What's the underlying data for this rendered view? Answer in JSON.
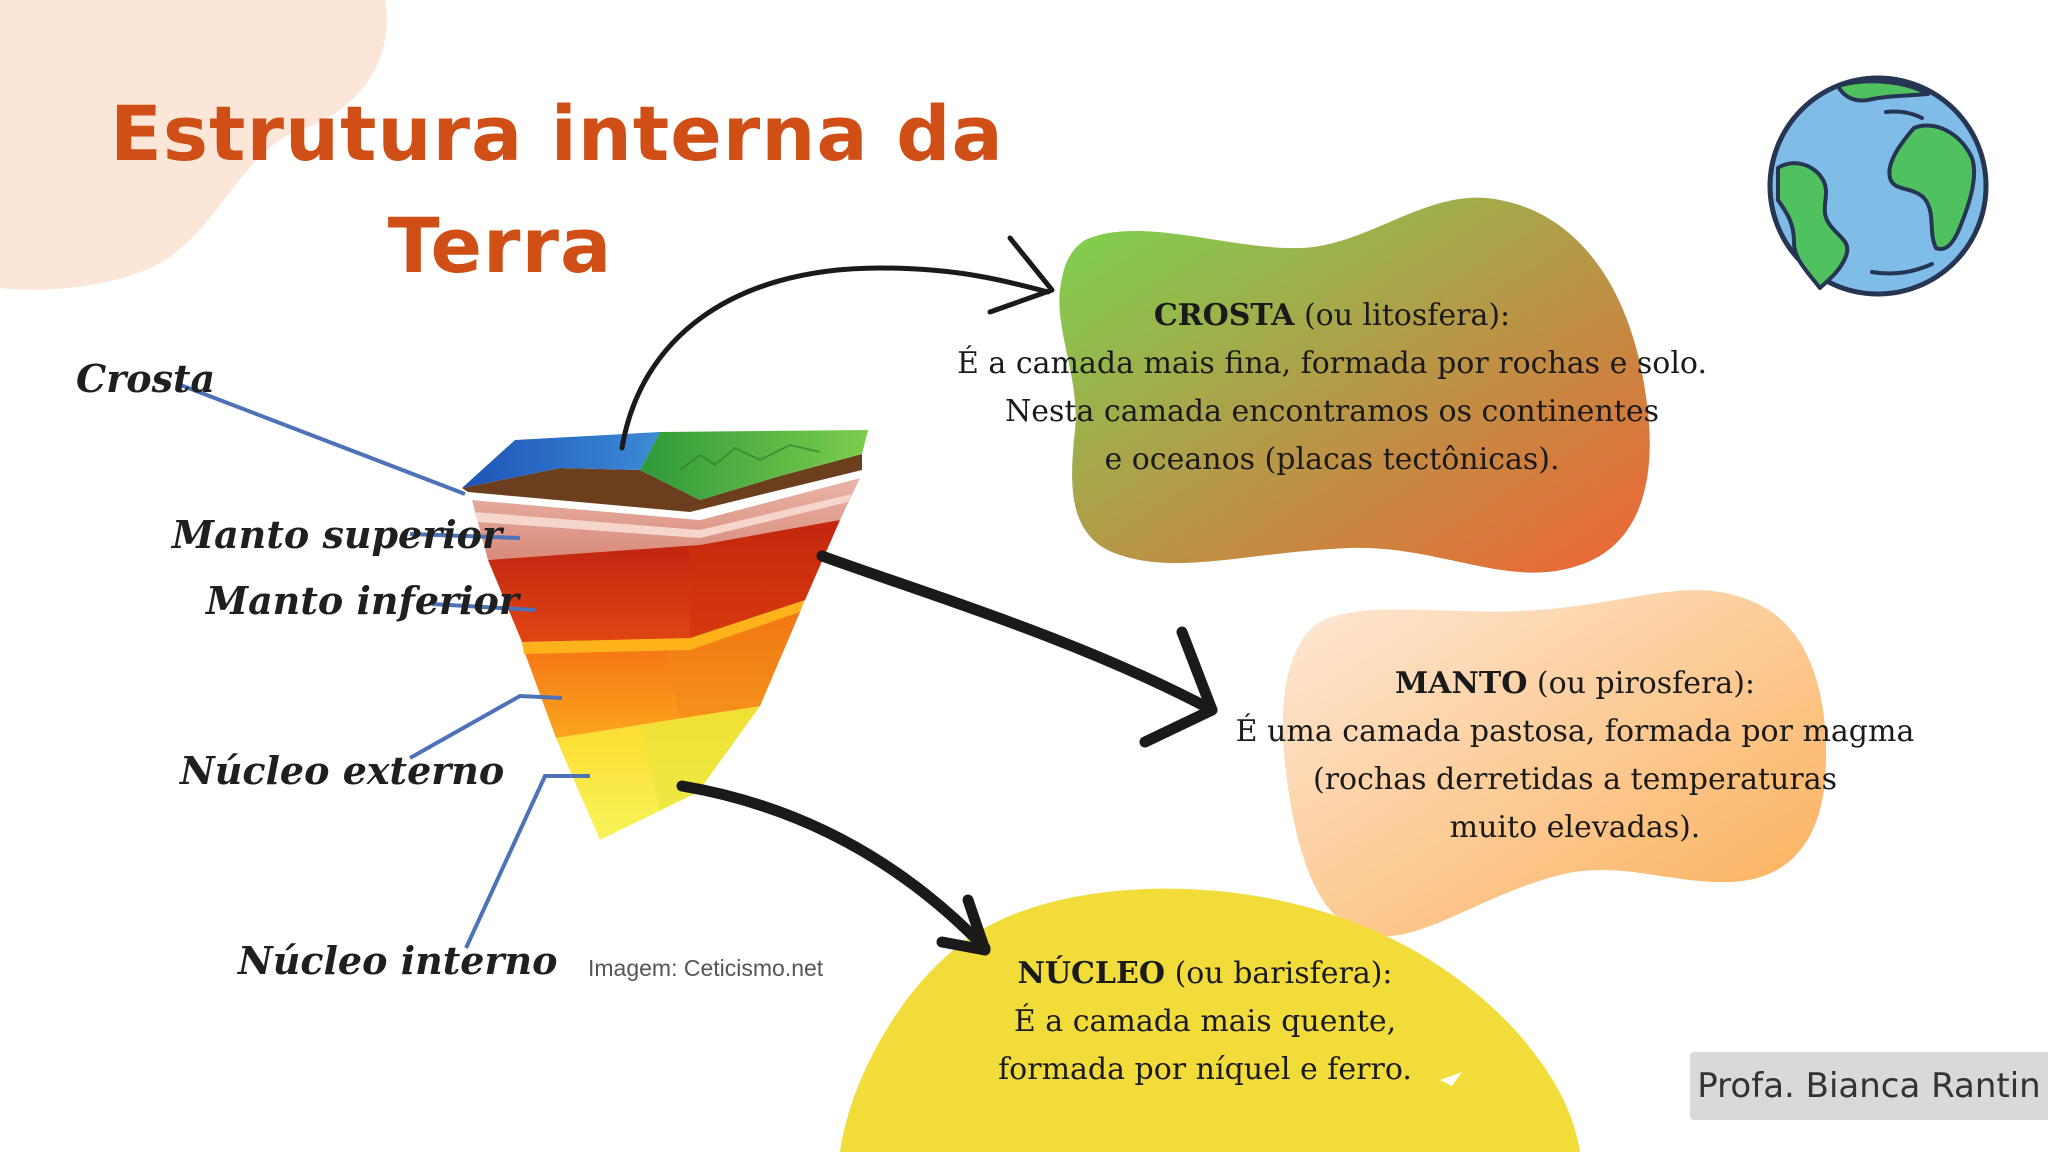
{
  "title": {
    "line1": "Estrutura interna da",
    "line2": "Terra"
  },
  "labels": {
    "crosta": "Crosta",
    "manto_superior": "Manto superior",
    "manto_inferior": "Manto inferior",
    "nucleo_externo": "Núcleo externo",
    "nucleo_interno": "Núcleo interno"
  },
  "image_credit": "Imagem: Ceticismo.net",
  "crosta": {
    "term": "CROSTA",
    "qualifier": "(ou litosfera):",
    "lines": [
      "É a camada mais fina, formada por rochas e solo.",
      "Nesta camada encontramos os continentes",
      "e oceanos (placas tectônicas)."
    ]
  },
  "manto": {
    "term": "MANTO",
    "qualifier": "(ou pirosfera):",
    "lines": [
      "É uma camada pastosa, formada por magma",
      "(rochas derretidas a temperaturas",
      "muito elevadas)."
    ]
  },
  "nucleo": {
    "term": "NÚCLEO",
    "qualifier": "(ou barisfera):",
    "lines": [
      "É a camada mais quente,",
      "formada por níquel e ferro."
    ]
  },
  "author": "Profa. Bianca Rantin",
  "icons": {
    "globe": "earth-globe-icon"
  },
  "colors": {
    "title": "#cf4f16",
    "crosta_blob_start": "#7ed652",
    "crosta_blob_end": "#ec6a35",
    "manto_blob_start": "#fde3cf",
    "manto_blob_end": "#fbb35c",
    "nucleo_blob": "#f2dc3a",
    "corner_blob": "#fbe6d7"
  }
}
